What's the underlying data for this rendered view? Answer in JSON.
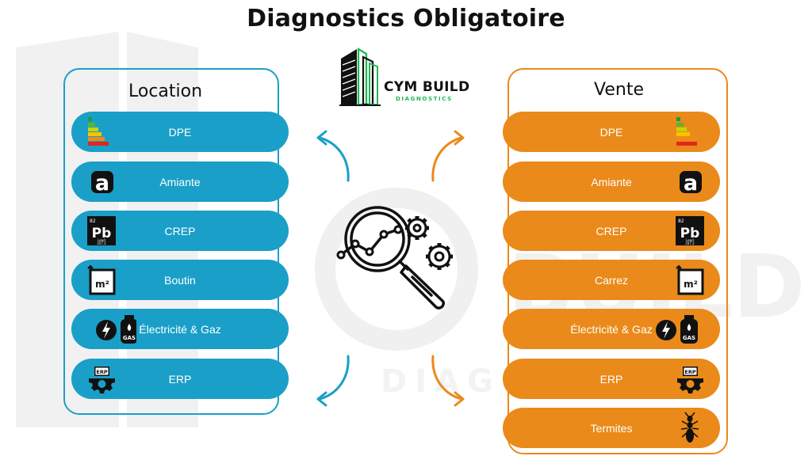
{
  "page_title": "Diagnostics Obligatoire",
  "logo": {
    "name": "CYM BUILD",
    "subtitle": "DIAGNOSTICS"
  },
  "colors": {
    "location": "#1a9fc8",
    "vente": "#ea8a1a",
    "logo_green": "#1db954"
  },
  "location": {
    "title": "Location",
    "items": [
      {
        "label": "DPE",
        "icon": "energy-rating-icon"
      },
      {
        "label": "Amiante",
        "icon": "asbestos-a-icon"
      },
      {
        "label": "CREP",
        "icon": "lead-pb-icon"
      },
      {
        "label": "Boutin",
        "icon": "area-m2-icon"
      },
      {
        "label": "Électricité & Gaz",
        "icon": "electricity-gas-icon"
      },
      {
        "label": "ERP",
        "icon": "erp-gear-icon"
      }
    ]
  },
  "vente": {
    "title": "Vente",
    "items": [
      {
        "label": "DPE",
        "icon": "energy-rating-icon"
      },
      {
        "label": "Amiante",
        "icon": "asbestos-a-icon"
      },
      {
        "label": "CREP",
        "icon": "lead-pb-icon"
      },
      {
        "label": "Carrez",
        "icon": "area-m2-icon"
      },
      {
        "label": "Électricité & Gaz",
        "icon": "electricity-gas-icon"
      },
      {
        "label": "ERP",
        "icon": "erp-gear-icon"
      },
      {
        "label": "Termites",
        "icon": "termite-icon"
      }
    ]
  },
  "icon_text": {
    "pb_number": "82",
    "pb_symbol": "Pb",
    "pb_name": "Lead",
    "pb_mass": "207.2",
    "m2": "m²",
    "gas": "GAS",
    "erp": "ERP"
  }
}
